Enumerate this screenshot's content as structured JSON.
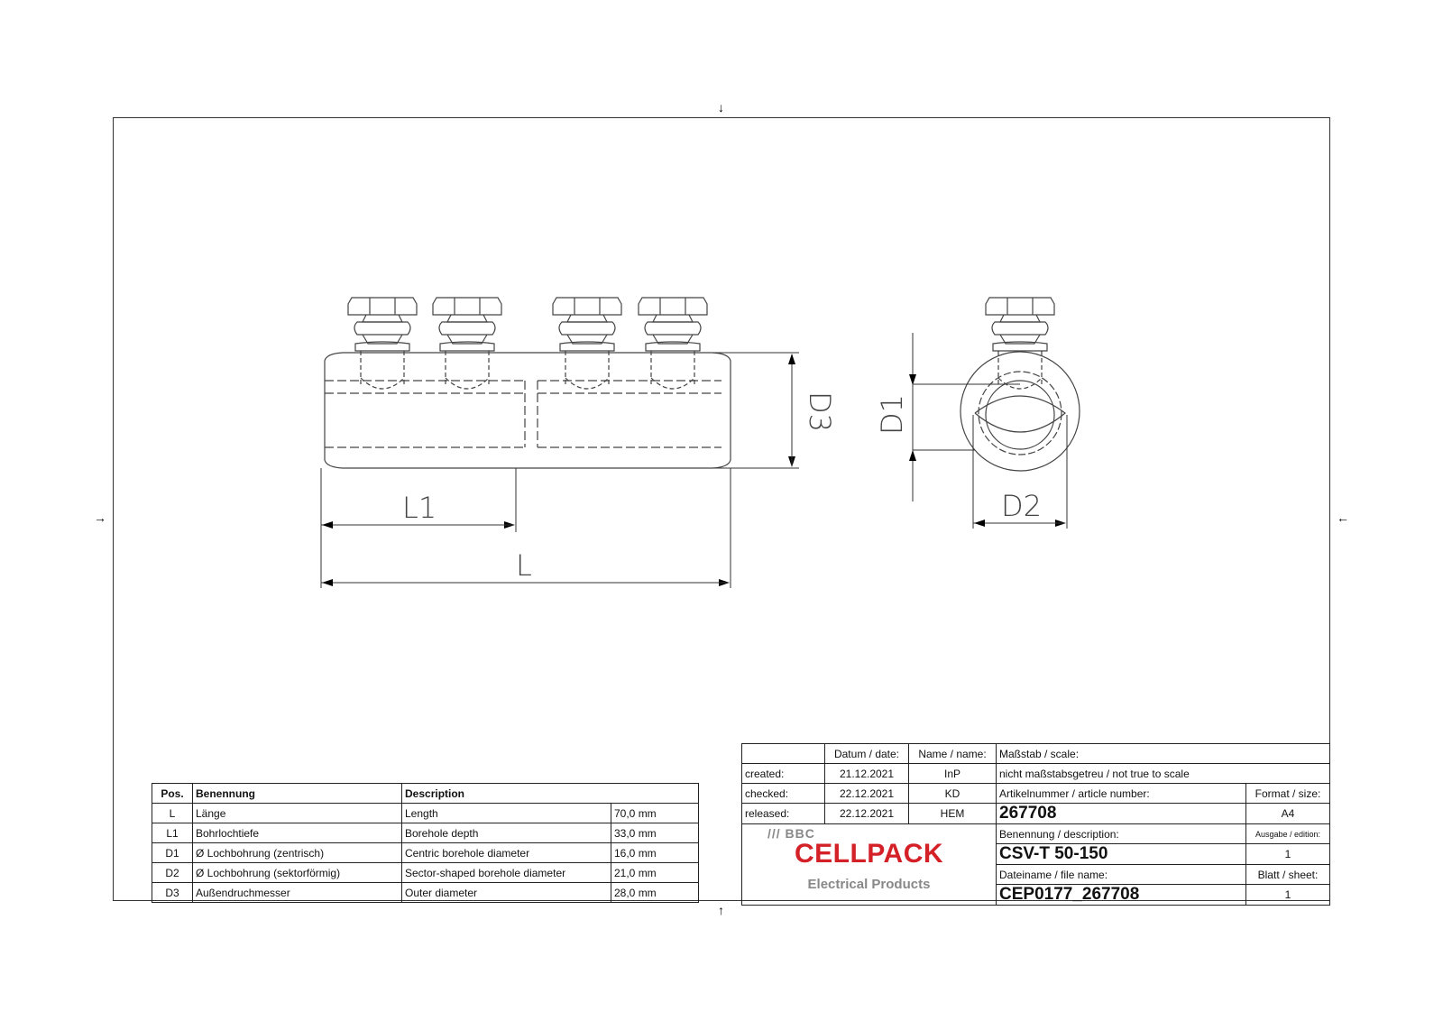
{
  "drawing": {
    "dimension_labels": {
      "L": "L",
      "L1": "L1",
      "D1": "D1",
      "D2": "D2",
      "D3": "D3"
    },
    "frame_markers": {
      "top": "↓",
      "bottom": "↑",
      "left": "→",
      "right": "←"
    }
  },
  "parts_table": {
    "headers": {
      "pos": "Pos.",
      "benennung": "Benennung",
      "description": "Description"
    },
    "rows": [
      {
        "pos": "L",
        "benennung": "Länge",
        "description": "Length",
        "value": "70,0 mm"
      },
      {
        "pos": "L1",
        "benennung": "Bohrlochtiefe",
        "description": "Borehole depth",
        "value": "33,0 mm"
      },
      {
        "pos": "D1",
        "benennung": "Ø Lochbohrung (zentrisch)",
        "description": "Centric borehole diameter",
        "value": "16,0 mm"
      },
      {
        "pos": "D2",
        "benennung": "Ø Lochbohrung (sektorförmig)",
        "description": "Sector-shaped borehole diameter",
        "value": "21,0 mm"
      },
      {
        "pos": "D3",
        "benennung": "Außendruchmesser",
        "description": "Outer diameter",
        "value": "28,0 mm"
      }
    ]
  },
  "title_block": {
    "header": {
      "date": "Datum / date:",
      "name": "Name / name:",
      "scale": "Maßstab / scale:"
    },
    "created": {
      "label": "created:",
      "date": "21.12.2021",
      "name": "InP"
    },
    "checked": {
      "label": "checked:",
      "date": "22.12.2021",
      "name": "KD"
    },
    "released": {
      "label": "released:",
      "date": "22.12.2021",
      "name": "HEM"
    },
    "scale_value": "nicht maßstabsgetreu / not true to scale",
    "article_number_label": "Artikelnummer / article number:",
    "article_number": "267708",
    "format_label": "Format / size:",
    "format": "A4",
    "description_label": "Benennung / description:",
    "description": "CSV-T 50-150",
    "edition_label": "Ausgabe / edition:",
    "edition": "1",
    "file_name_label": "Dateiname / file name:",
    "file_name": "CEP0177_267708",
    "sheet_label": "Blatt / sheet:",
    "sheet": "1",
    "logo": {
      "prefix": "/// BBC",
      "brand": "CELLPACK",
      "tagline": "Electrical Products",
      "brand_color": "#d42027"
    }
  }
}
